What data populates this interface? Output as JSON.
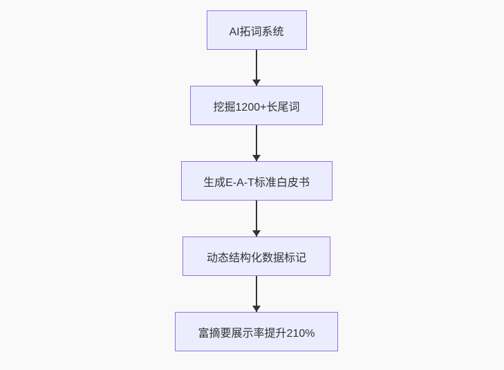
{
  "diagram": {
    "type": "flowchart",
    "direction": "top-down",
    "nodes": [
      {
        "id": "n1",
        "label": "AI拓词系统"
      },
      {
        "id": "n2",
        "label": "挖掘1200+长尾词"
      },
      {
        "id": "n3",
        "label": "生成E-A-T标准白皮书"
      },
      {
        "id": "n4",
        "label": "动态结构化数据标记"
      },
      {
        "id": "n5",
        "label": "富摘要展示率提升210%"
      }
    ],
    "edges": [
      {
        "from": "n1",
        "to": "n2"
      },
      {
        "from": "n2",
        "to": "n3"
      },
      {
        "from": "n3",
        "to": "n4"
      },
      {
        "from": "n4",
        "to": "n5"
      }
    ],
    "colors": {
      "background": "#f9f9f9",
      "node_fill": "#ECECFF",
      "node_border": "#9370DB",
      "arrow": "#333333",
      "text": "#333333"
    }
  }
}
